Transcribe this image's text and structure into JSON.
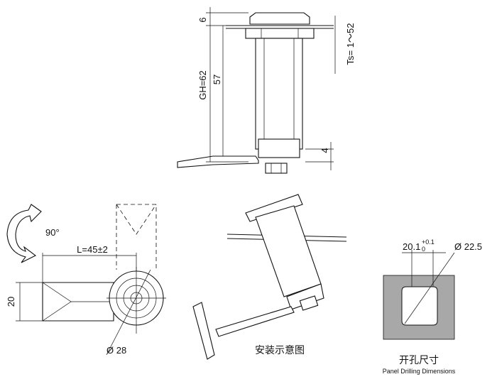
{
  "side_view": {
    "dim_top": "6",
    "dim_total": "GH=62",
    "dim_body": "57",
    "dim_cam": "4",
    "dim_panel": "Ts= 1～52"
  },
  "top_view": {
    "rotation": "90°",
    "length": "L=45±2",
    "width": "20",
    "diameter": "Ø 28"
  },
  "install_view": {
    "caption": "安装示意图"
  },
  "panel_cutout": {
    "width": "20.1",
    "tol_upper": "+0.1",
    "tol_lower": "0",
    "diameter": "Ø 22.5",
    "caption": "开孔尺寸",
    "caption_en": "Panel Drilling Dimensions"
  },
  "colors": {
    "line": "#111111",
    "panel_fill": "#a8a8a8",
    "background": "#ffffff"
  }
}
